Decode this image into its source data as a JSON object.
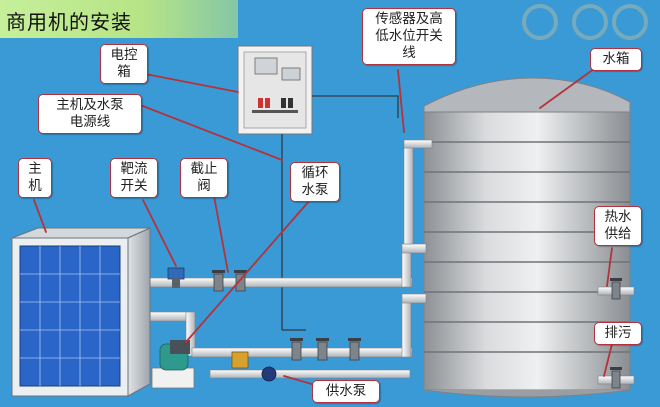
{
  "title": "商用机的安装",
  "colors": {
    "background": "#3a9ad6",
    "callout_border": "#b3333c",
    "pipe": "#e8ebee",
    "tank": "#c9cbce",
    "title_banner": "#c6ef9a",
    "panel": "#2a66c8"
  },
  "labels": {
    "control_box": "电控\n箱",
    "power_line": "主机及水泵\n电源线",
    "main_unit": "主\n机",
    "flow_switch": "靶流\n开关",
    "stop_valve": "截止\n阀",
    "circ_pump": "循环\n水泵",
    "sensor": "传感器及高\n低水位开关\n线",
    "tank": "水箱",
    "hot_water": "热水\n供给",
    "drain": "排污",
    "supply_pump": "供水泵"
  }
}
